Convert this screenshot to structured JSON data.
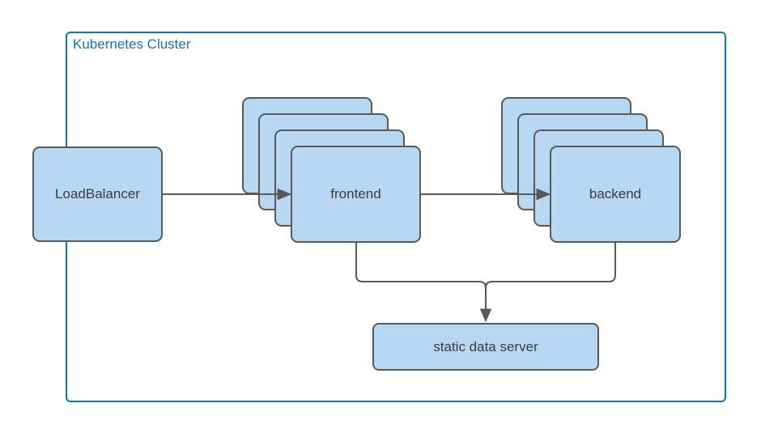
{
  "diagram": {
    "cluster": {
      "label": "Kubernetes Cluster"
    },
    "nodes": {
      "load_balancer": {
        "label": "LoadBalancer"
      },
      "frontend": {
        "label": "frontend",
        "stacked_replicas": 4
      },
      "backend": {
        "label": "backend",
        "stacked_replicas": 4
      },
      "static_data_server": {
        "label": "static data server"
      }
    },
    "edges": [
      {
        "from": "LoadBalancer",
        "to": "frontend",
        "arrow": true
      },
      {
        "from": "frontend",
        "to": "backend",
        "arrow": true
      },
      {
        "from": "frontend",
        "to": "static data server",
        "arrow": true
      },
      {
        "from": "backend",
        "to": "static data server",
        "arrow": true
      }
    ],
    "colors": {
      "cluster_stroke": "#1276b9",
      "cluster_label": "#1276b9",
      "node_fill": "#b8d7f2",
      "node_stroke": "#595959",
      "wire": "#595959",
      "text": "#3c3c3c",
      "background": "#ffffff"
    }
  }
}
